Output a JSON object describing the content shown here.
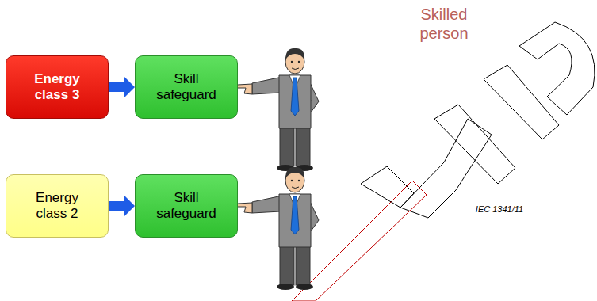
{
  "diagram": {
    "nodes": [
      {
        "text": [
          "Energy class 3"
        ]
      },
      {
        "text": [
          "Skill safeguard"
        ]
      },
      {
        "text": [
          "Energy class 2"
        ]
      },
      {
        "text": [
          "Skill safeguard"
        ]
      }
    ],
    "edges": [
      {
        "from": 0,
        "to": 1,
        "arrow": "to"
      },
      {
        "from": 2,
        "to": 3,
        "arrow": "to"
      }
    ],
    "labels": [
      "Skilled person",
      "IEC 1341/11"
    ]
  }
}
